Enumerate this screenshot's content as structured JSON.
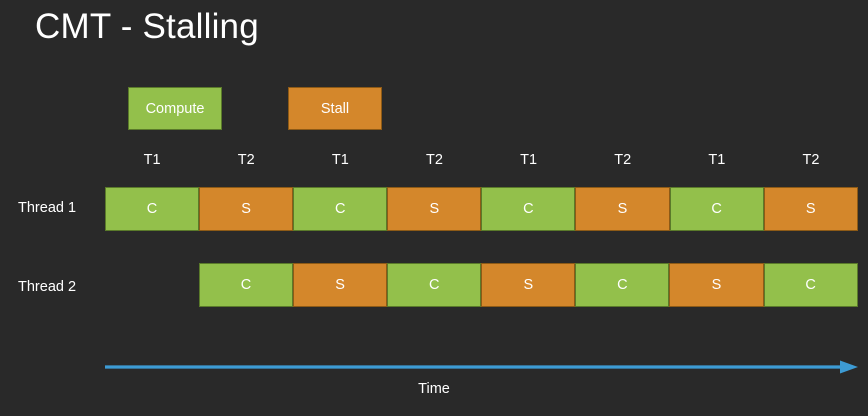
{
  "slide": {
    "title": "CMT - Stalling",
    "background_color": "#292929",
    "text_color": "#ffffff"
  },
  "legend": {
    "items": [
      {
        "label": "Compute",
        "color": "#93c04b",
        "border_color": "#5a7a2a",
        "key": "C"
      },
      {
        "label": "Stall",
        "color": "#d4872b",
        "border_color": "#8d5a16",
        "key": "S"
      }
    ]
  },
  "column_headers": [
    "T1",
    "T2",
    "T1",
    "T2",
    "T1",
    "T2",
    "T1",
    "T2"
  ],
  "threads": [
    {
      "label": "Thread 1",
      "offset_cells": 0,
      "cells": [
        {
          "text": "C",
          "type": "compute"
        },
        {
          "text": "S",
          "type": "stall"
        },
        {
          "text": "C",
          "type": "compute"
        },
        {
          "text": "S",
          "type": "stall"
        },
        {
          "text": "C",
          "type": "compute"
        },
        {
          "text": "S",
          "type": "stall"
        },
        {
          "text": "C",
          "type": "compute"
        },
        {
          "text": "S",
          "type": "stall"
        }
      ]
    },
    {
      "label": "Thread 2",
      "offset_cells": 1,
      "cells": [
        {
          "text": "C",
          "type": "compute"
        },
        {
          "text": "S",
          "type": "stall"
        },
        {
          "text": "C",
          "type": "compute"
        },
        {
          "text": "S",
          "type": "stall"
        },
        {
          "text": "C",
          "type": "compute"
        },
        {
          "text": "S",
          "type": "stall"
        },
        {
          "text": "C",
          "type": "compute"
        }
      ]
    }
  ],
  "axis": {
    "label": "Time",
    "color": "#3d9bd4",
    "direction": "right"
  }
}
